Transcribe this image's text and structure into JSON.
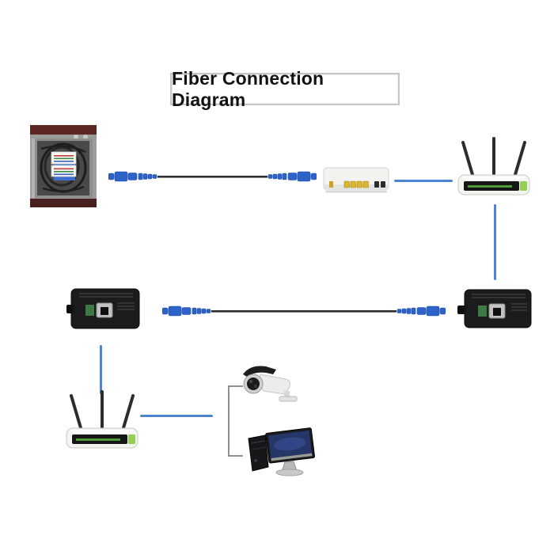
{
  "title": "Fiber Connection Diagram",
  "colors": {
    "background": "#ffffff",
    "title_border": "#c6c6c6",
    "title_text": "#121212",
    "fiber_connector_blue": "#2d63c8",
    "connection_line_blue": "#4b84d4",
    "cable_black": "#2e2e30",
    "bracket_gray": "#8f8f8f",
    "router_body_white": "#f4f4f1",
    "router_panel_black": "#161616",
    "router_indicator_green": "#93cf54",
    "media_converter_black": "#1c1c1f",
    "media_converter_pcb_green": "#3c7a41",
    "modem_port_yellow": "#dcb72e",
    "distribution_box_maroon": "#5d2824",
    "monitor_screen_blue": "#273668"
  },
  "components": [
    {
      "name": "fiber-distribution-box",
      "kind": "device-photo"
    },
    {
      "name": "fiber-patch-cable-top",
      "kind": "cable",
      "connectors": "blue SC both ends"
    },
    {
      "name": "modem-onu",
      "kind": "device-photo",
      "ports": "4 yellow LAN, 2 dark"
    },
    {
      "name": "wireless-router-top",
      "kind": "device-photo",
      "antennas": 3
    },
    {
      "name": "media-converter-right",
      "kind": "device-photo"
    },
    {
      "name": "fiber-patch-cable-middle",
      "kind": "cable",
      "connectors": "blue SC both ends"
    },
    {
      "name": "media-converter-left",
      "kind": "device-photo"
    },
    {
      "name": "wireless-router-bottom",
      "kind": "device-photo",
      "antennas": 3
    },
    {
      "name": "cctv-camera",
      "kind": "device-photo"
    },
    {
      "name": "computer-workstation",
      "kind": "device-photo"
    }
  ]
}
